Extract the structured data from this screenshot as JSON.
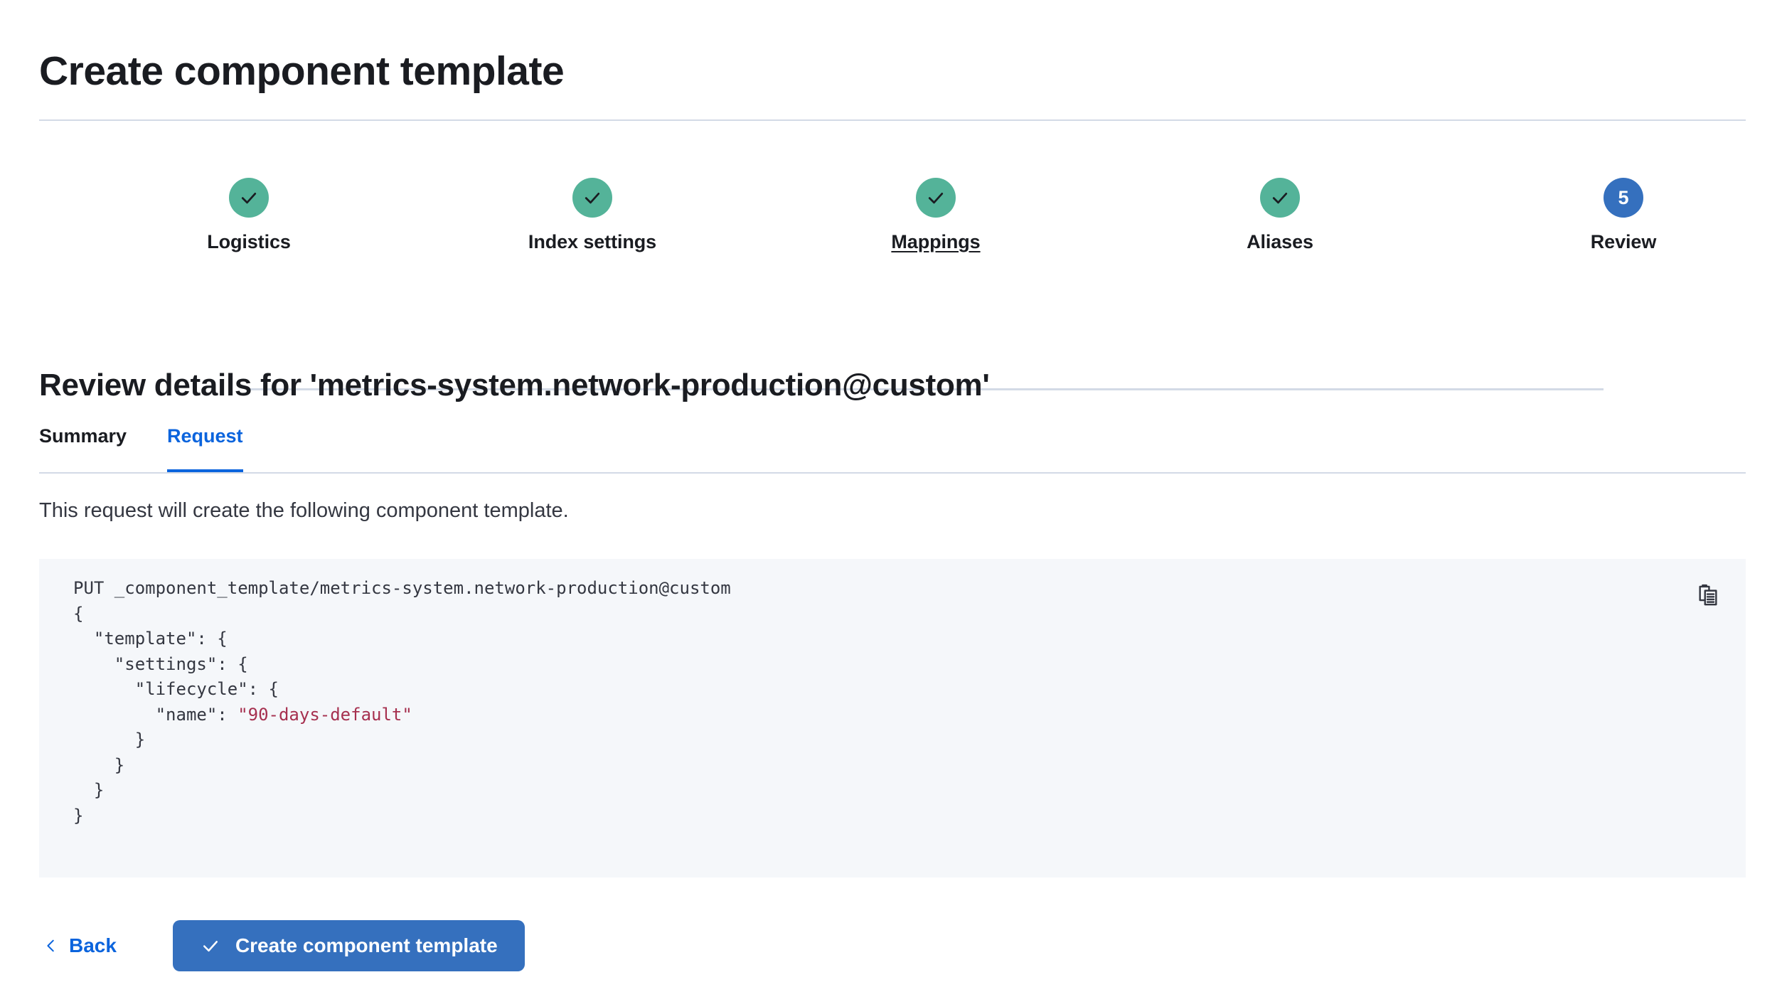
{
  "page": {
    "title": "Create component template"
  },
  "stepper": {
    "steps": [
      {
        "label": "Logistics",
        "state": "done",
        "number": "1",
        "icon": "check-icon",
        "underline": false
      },
      {
        "label": "Index settings",
        "state": "done",
        "number": "2",
        "icon": "check-icon",
        "underline": false
      },
      {
        "label": "Mappings",
        "state": "done",
        "number": "3",
        "icon": "check-icon",
        "underline": true
      },
      {
        "label": "Aliases",
        "state": "done",
        "number": "4",
        "icon": "check-icon",
        "underline": false
      },
      {
        "label": "Review",
        "state": "current",
        "number": "5",
        "icon": "",
        "underline": false
      }
    ],
    "colors": {
      "done": "#54b399",
      "current": "#3570be",
      "line": "#d3dae6"
    }
  },
  "review": {
    "heading": "Review details for 'metrics-system.network-production@custom'",
    "tabs": [
      {
        "label": "Summary",
        "active": false
      },
      {
        "label": "Request",
        "active": true
      }
    ],
    "description": "This request will create the following component template.",
    "copy_icon": "clipboard-copy-icon",
    "request": {
      "line_method_path": "PUT _component_template/metrics-system.network-production@custom",
      "line_open_brace": "{",
      "line_template": "  \"template\": {",
      "line_settings": "    \"settings\": {",
      "line_lifecycle": "      \"lifecycle\": {",
      "line_name_key": "        \"name\": ",
      "line_name_value": "\"90-days-default\"",
      "line_close_1": "      }",
      "line_close_2": "    }",
      "line_close_3": "  }",
      "line_close_4": "}",
      "string_color": "#a6304f"
    }
  },
  "footer": {
    "back_label": "Back",
    "back_icon": "chevron-left-icon",
    "submit_label": "Create component template",
    "submit_icon": "check-icon",
    "submit_color": "#3570be"
  }
}
